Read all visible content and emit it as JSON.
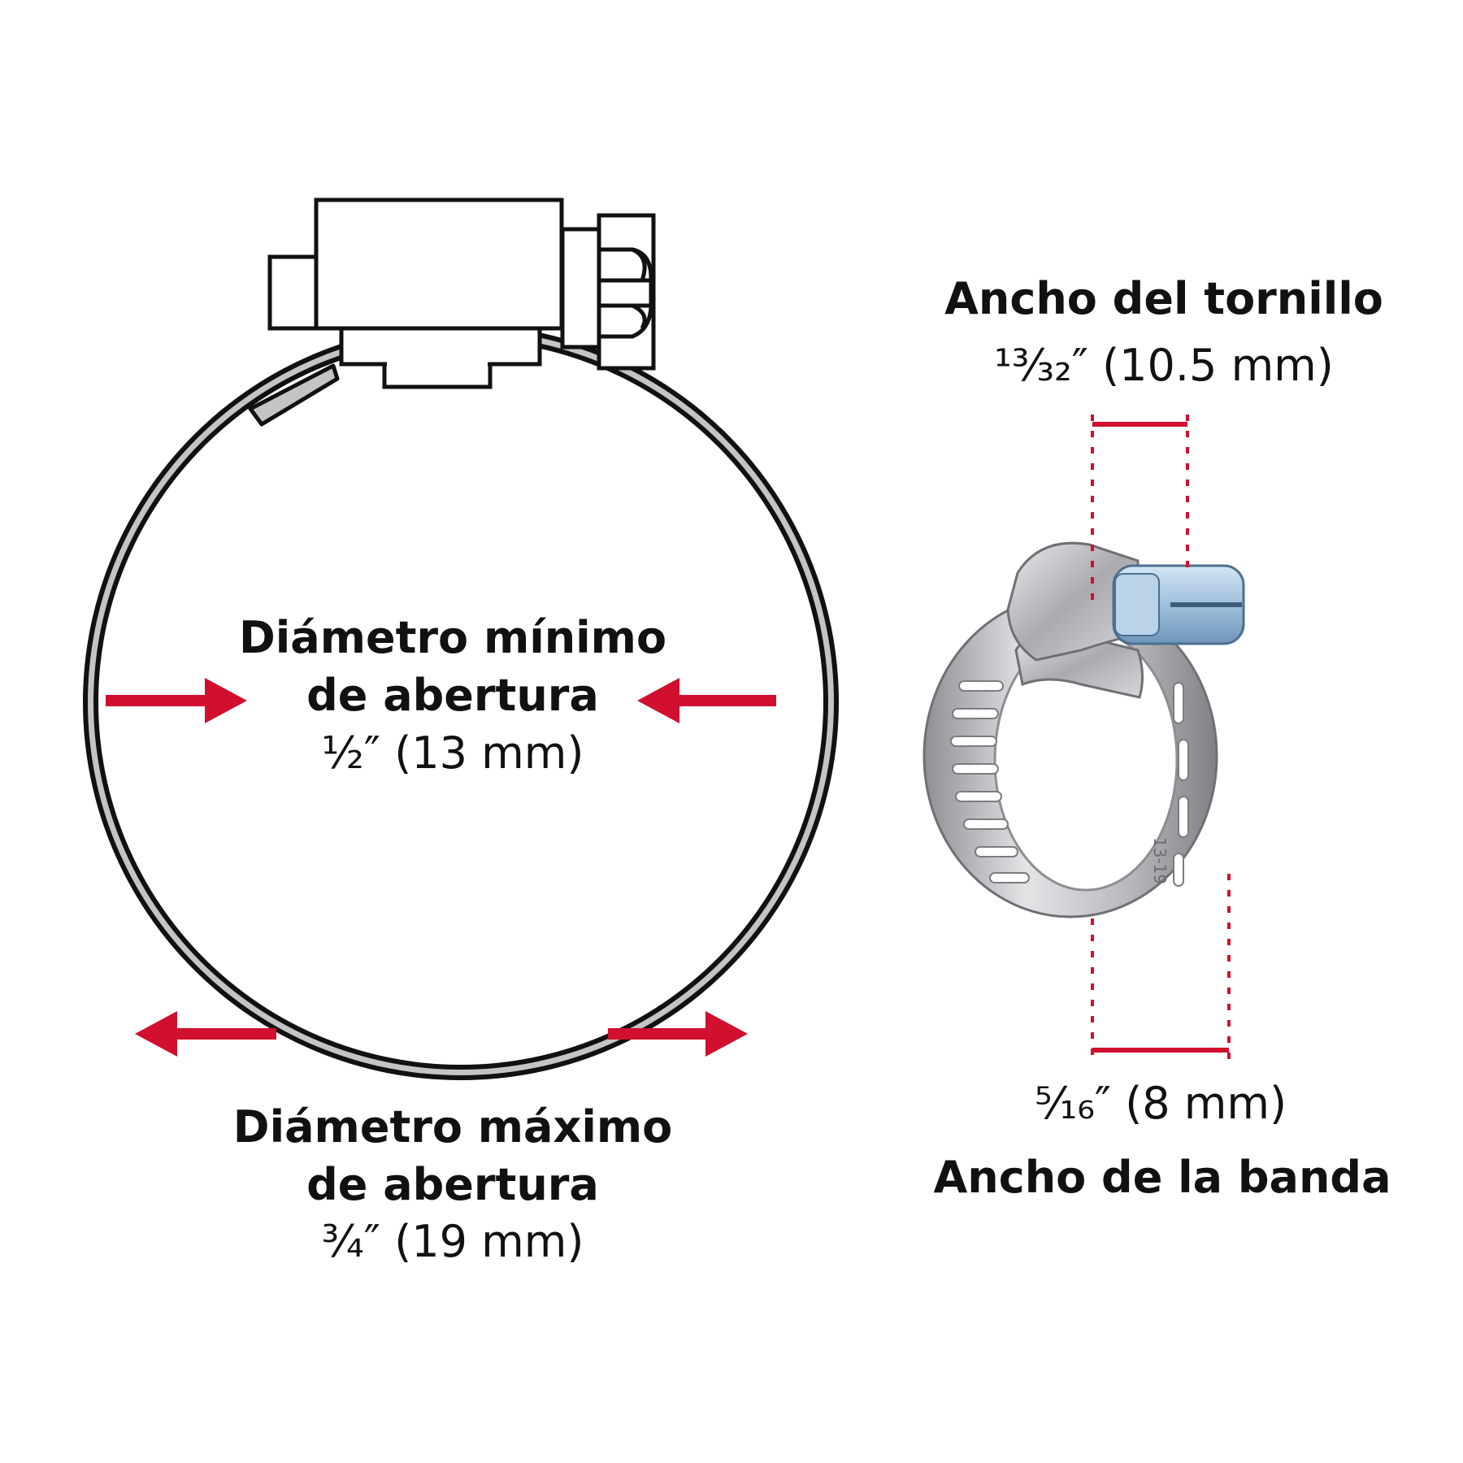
{
  "colors": {
    "accent": "#d0102e",
    "outline": "#111111",
    "band": "#c4c4c4",
    "screw_blue": "#9ec0dc",
    "steel": "#c9cacc"
  },
  "min_opening": {
    "title_line1": "Diámetro mínimo",
    "title_line2": "de abertura",
    "value": "½″ (13 mm)"
  },
  "max_opening": {
    "title_line1": "Diámetro máximo",
    "title_line2": "de abertura",
    "value": "¾″ (19 mm)"
  },
  "screw_width": {
    "title": "Ancho del tornillo",
    "value": "¹³⁄₃₂″ (10.5 mm)"
  },
  "band_width": {
    "value": "⁵⁄₁₆″ (8 mm)",
    "title": "Ancho de la banda"
  },
  "band_stamp": "13-19"
}
